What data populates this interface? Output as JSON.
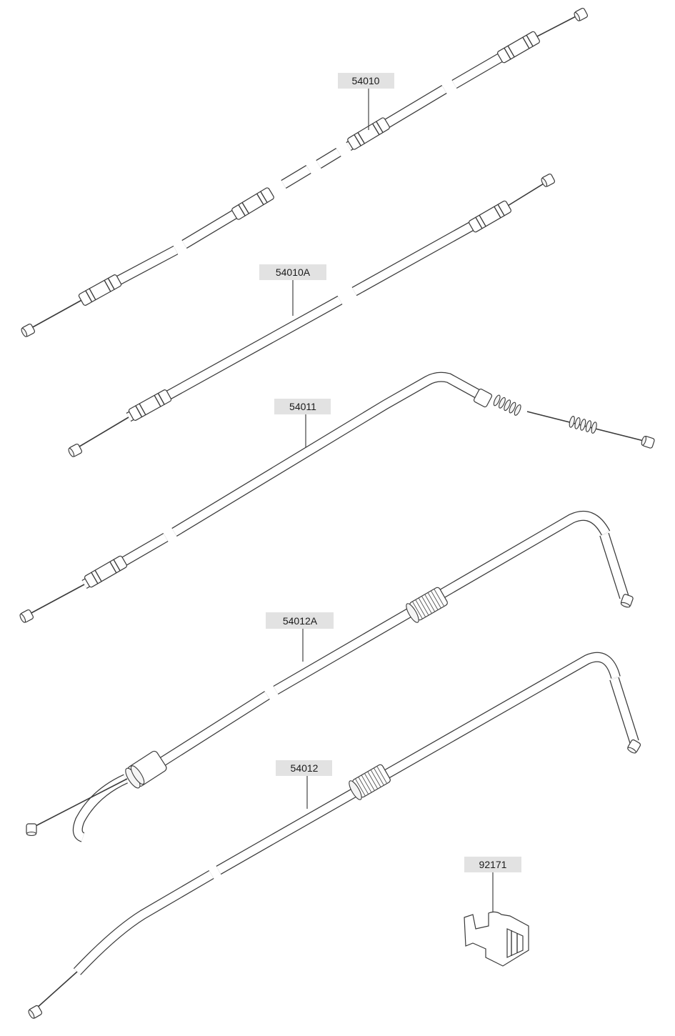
{
  "parts": [
    {
      "id": "part-54010",
      "label": "54010"
    },
    {
      "id": "part-54010a",
      "label": "54010A"
    },
    {
      "id": "part-54011",
      "label": "54011"
    },
    {
      "id": "part-54012a",
      "label": "54012A"
    },
    {
      "id": "part-54012",
      "label": "54012"
    },
    {
      "id": "part-92171",
      "label": "92171"
    }
  ],
  "colors": {
    "line": "#3a3a3a",
    "callout_background": "#e2e2e2",
    "background": "#ffffff"
  }
}
